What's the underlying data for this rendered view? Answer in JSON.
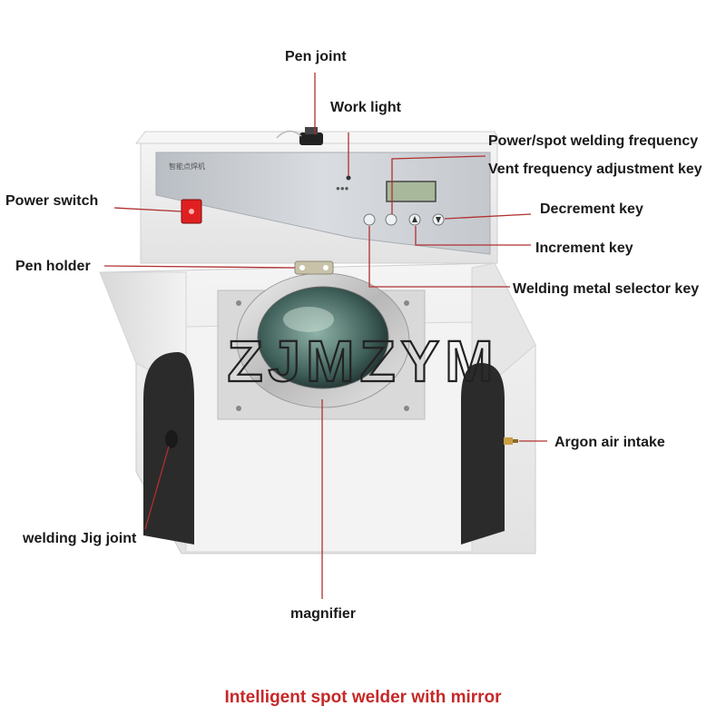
{
  "labels": {
    "pen_joint": "Pen joint",
    "work_light": "Work light",
    "power_spot_freq": "Power/spot welding frequency",
    "vent_freq_key": "Vent frequency adjustment key",
    "power_switch": "Power switch",
    "decrement_key": "Decrement key",
    "increment_key": "Increment key",
    "pen_holder": "Pen holder",
    "welding_metal_selector": "Welding metal selector key",
    "argon_air_intake": "Argon air intake",
    "welding_jig_joint": "welding Jig joint",
    "magnifier": "magnifier"
  },
  "panel_text": "智能点焊机",
  "watermark": "ZJMZYM",
  "caption": "Intelligent spot welder with mirror",
  "colors": {
    "leader_line": "#b03030",
    "caption": "#c62828",
    "body": "#efefef",
    "panel": "#c9cdd2",
    "lcd": "#a8b89a",
    "power_switch": "#e02020"
  }
}
